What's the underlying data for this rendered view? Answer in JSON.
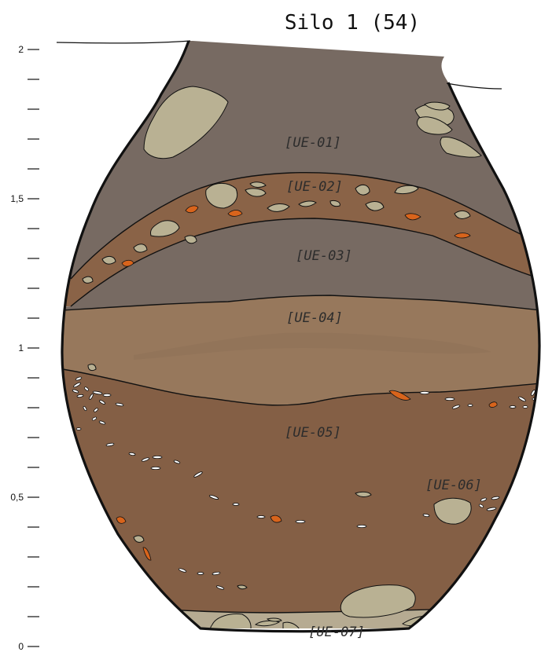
{
  "title": "Silo 1 (54)",
  "scale": {
    "min": 0,
    "max": 2,
    "step": 0.1,
    "labeled": [
      {
        "value": 2,
        "text": "2"
      },
      {
        "value": 1.5,
        "text": "1,5"
      },
      {
        "value": 1,
        "text": "1"
      },
      {
        "value": 0.5,
        "text": "0,5"
      },
      {
        "value": 0,
        "text": "0"
      }
    ]
  },
  "units": [
    {
      "id": "UE-01",
      "label": "[UE-01]",
      "color": "#776a62"
    },
    {
      "id": "UE-02",
      "label": "[UE-02]",
      "color": "#8a6347"
    },
    {
      "id": "UE-03",
      "label": "[UE-03]",
      "color": "#776a62"
    },
    {
      "id": "UE-04",
      "label": "[UE-04]",
      "color": "#97785c"
    },
    {
      "id": "UE-05",
      "label": "[UE-05]",
      "color": "#845f45"
    },
    {
      "id": "UE-06",
      "label": "[UE-06]",
      "color": "#845f45"
    },
    {
      "id": "UE-07",
      "label": "[UE-07]",
      "color": "#b6ab92"
    }
  ],
  "colors": {
    "stone": "#b9b193",
    "burnt_clay": "#d8641c",
    "shell": "#ffffff",
    "outline": "#111111"
  }
}
